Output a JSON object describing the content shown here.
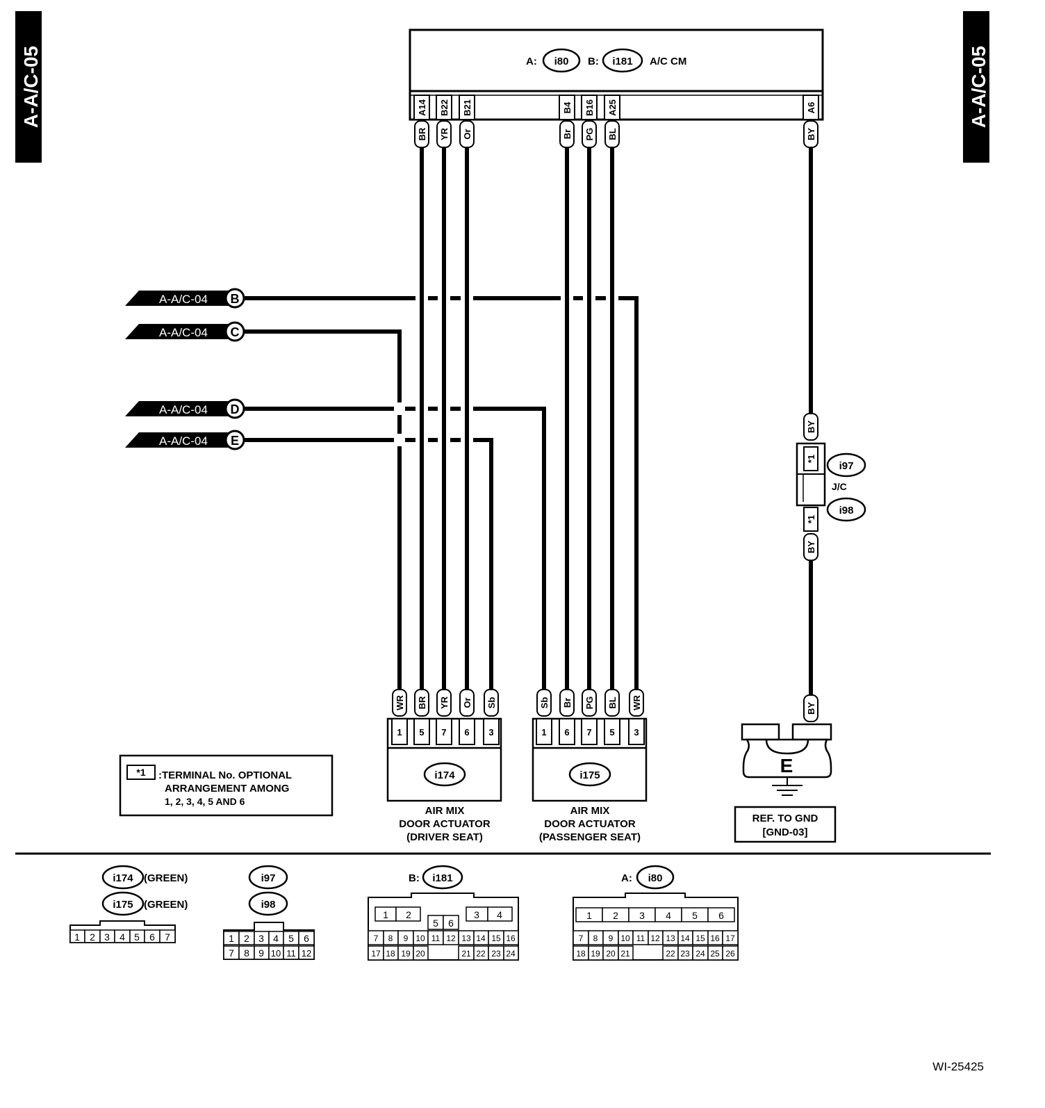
{
  "page_tag": "A-A/C-05",
  "ac_cm": {
    "a_prefix": "A:",
    "a_conn": "i80",
    "b_prefix": "B:",
    "b_conn": "i181",
    "name": "A/C CM"
  },
  "cm_pins": [
    {
      "pin": "A14",
      "wire": "BR"
    },
    {
      "pin": "B22",
      "wire": "YR"
    },
    {
      "pin": "B21",
      "wire": "Or"
    },
    {
      "pin": "B4",
      "wire": "Br"
    },
    {
      "pin": "B16",
      "wire": "PG"
    },
    {
      "pin": "A25",
      "wire": "BL"
    },
    {
      "pin": "A6",
      "wire": "BY"
    }
  ],
  "refs": [
    {
      "label": "A-A/C-04",
      "letter": "B"
    },
    {
      "label": "A-A/C-04",
      "letter": "C"
    },
    {
      "label": "A-A/C-04",
      "letter": "D"
    },
    {
      "label": "A-A/C-04",
      "letter": "E"
    }
  ],
  "jc": {
    "i97": "i97",
    "i98": "i98",
    "name": "J/C",
    "wire_top": "BY",
    "wire_bottom": "BY",
    "term": "*1"
  },
  "actuator_driver": {
    "conn": "i174",
    "wires": [
      "WR",
      "BR",
      "YR",
      "Or",
      "Sb"
    ],
    "pins": [
      "1",
      "5",
      "7",
      "6",
      "3"
    ],
    "name_lines": [
      "AIR MIX",
      "DOOR ACTUATOR",
      "(DRIVER SEAT)"
    ]
  },
  "actuator_pass": {
    "conn": "i175",
    "wires": [
      "Sb",
      "Br",
      "PG",
      "BL",
      "WR"
    ],
    "pins": [
      "1",
      "6",
      "7",
      "5",
      "3"
    ],
    "name_lines": [
      "AIR MIX",
      "DOOR ACTUATOR",
      "(PASSENGER SEAT)"
    ]
  },
  "ground": {
    "wire": "BY",
    "letter": "E",
    "ref_lines": [
      "REF. TO GND",
      "[GND-03]"
    ]
  },
  "note": {
    "key": "*1",
    "lines": [
      ":TERMINAL No. OPTIONAL",
      "ARRANGEMENT AMONG",
      "1, 2, 3, 4, 5 AND 6"
    ]
  },
  "legend": {
    "c174": "i174",
    "c175": "i175",
    "color": "(GREEN)",
    "pins7": [
      "1",
      "2",
      "3",
      "4",
      "5",
      "6",
      "7"
    ],
    "c97": "i97",
    "c98": "i98",
    "pins12_r1": [
      "1",
      "2",
      "3",
      "4",
      "5",
      "6"
    ],
    "pins12_r2": [
      "7",
      "8",
      "9",
      "10",
      "11",
      "12"
    ],
    "b_prefix": "B:",
    "b_conn": "i181",
    "b_top": [
      "1",
      "2",
      "3",
      "4"
    ],
    "b_mid": [
      "5",
      "6"
    ],
    "b_r1": [
      "7",
      "8",
      "9",
      "10",
      "11",
      "12",
      "13",
      "14",
      "15",
      "16"
    ],
    "b_r2l": [
      "17",
      "18",
      "19",
      "20"
    ],
    "b_r2r": [
      "21",
      "22",
      "23",
      "24"
    ],
    "a_prefix": "A:",
    "a_conn": "i80",
    "a_top": [
      "1",
      "2",
      "3",
      "4",
      "5",
      "6"
    ],
    "a_r1": [
      "7",
      "8",
      "9",
      "10",
      "11",
      "12",
      "13",
      "14",
      "15",
      "16",
      "17"
    ],
    "a_r2l": [
      "18",
      "19",
      "20",
      "21"
    ],
    "a_r2r": [
      "22",
      "23",
      "24",
      "25",
      "26"
    ]
  },
  "doc_id": "WI-25425"
}
